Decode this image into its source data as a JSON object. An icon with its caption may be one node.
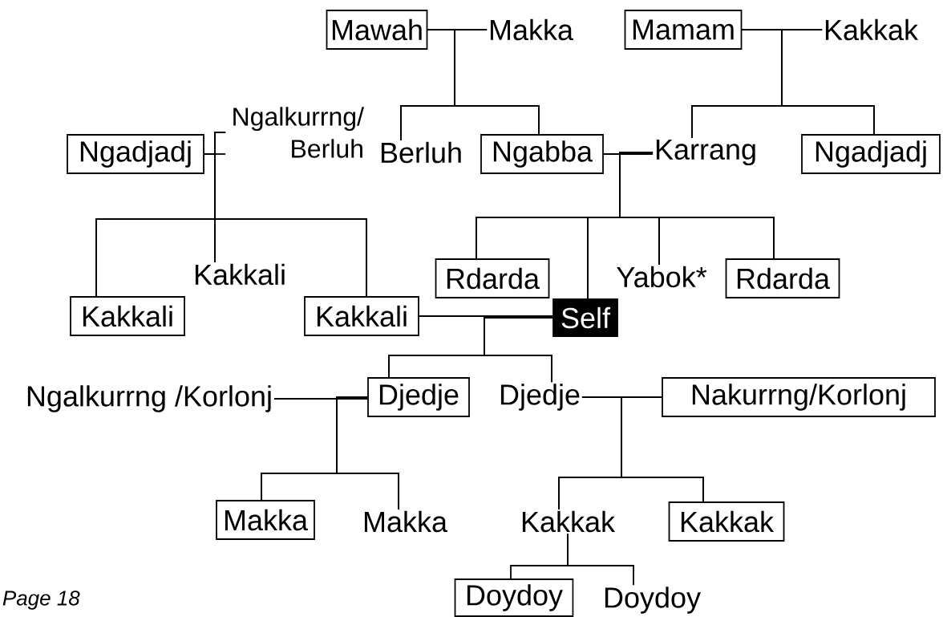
{
  "diagram": {
    "nodes": [
      {
        "text": [
          "Mawah"
        ]
      },
      {
        "text": [
          "Makka"
        ]
      },
      {
        "text": [
          "Mamam"
        ]
      },
      {
        "text": [
          "Kakkak"
        ]
      },
      {
        "text": [
          "Ngadjadj"
        ]
      },
      {
        "text": [
          "Ngalkurrng/ Berluh"
        ]
      },
      {
        "text": [
          "Berluh"
        ]
      },
      {
        "text": [
          "Ngabba"
        ]
      },
      {
        "text": [
          "Karrang"
        ]
      },
      {
        "text": [
          "Ngadjadj"
        ]
      },
      {
        "text": [
          "Kakkali"
        ]
      },
      {
        "text": [
          "Kakkali"
        ]
      },
      {
        "text": [
          "Kakkali"
        ]
      },
      {
        "text": [
          "Rdarda"
        ]
      },
      {
        "text": [
          "Self"
        ]
      },
      {
        "text": [
          "Yabok*"
        ]
      },
      {
        "text": [
          "Rdarda"
        ]
      },
      {
        "text": [
          "Ngalkurrng /Korlonj"
        ]
      },
      {
        "text": [
          "Djedje"
        ]
      },
      {
        "text": [
          "Djedje"
        ]
      },
      {
        "text": [
          "Nakurrng/Korlonj"
        ]
      },
      {
        "text": [
          "Makka"
        ]
      },
      {
        "text": [
          "Makka"
        ]
      },
      {
        "text": [
          "Kakkak"
        ]
      },
      {
        "text": [
          "Kakkak"
        ]
      },
      {
        "text": [
          "Doydoy"
        ]
      },
      {
        "text": [
          "Doydoy"
        ]
      }
    ],
    "edges": [
      {
        "from": 0,
        "to": 1,
        "arrow": "none"
      },
      {
        "from": 0,
        "to": 6,
        "arrow": "none"
      },
      {
        "from": 1,
        "to": 6,
        "arrow": "none"
      },
      {
        "from": 0,
        "to": 7,
        "arrow": "none"
      },
      {
        "from": 1,
        "to": 7,
        "arrow": "none"
      },
      {
        "from": 2,
        "to": 3,
        "arrow": "none"
      },
      {
        "from": 2,
        "to": 8,
        "arrow": "none"
      },
      {
        "from": 3,
        "to": 8,
        "arrow": "none"
      },
      {
        "from": 2,
        "to": 9,
        "arrow": "none"
      },
      {
        "from": 3,
        "to": 9,
        "arrow": "none"
      },
      {
        "from": 4,
        "to": 5,
        "arrow": "none"
      },
      {
        "from": 4,
        "to": 10,
        "arrow": "none"
      },
      {
        "from": 5,
        "to": 10,
        "arrow": "none"
      },
      {
        "from": 4,
        "to": 11,
        "arrow": "none"
      },
      {
        "from": 5,
        "to": 11,
        "arrow": "none"
      },
      {
        "from": 4,
        "to": 12,
        "arrow": "none"
      },
      {
        "from": 5,
        "to": 12,
        "arrow": "none"
      },
      {
        "from": 7,
        "to": 8,
        "arrow": "none"
      },
      {
        "from": 7,
        "to": 13,
        "arrow": "none"
      },
      {
        "from": 8,
        "to": 13,
        "arrow": "none"
      },
      {
        "from": 7,
        "to": 14,
        "arrow": "none"
      },
      {
        "from": 8,
        "to": 14,
        "arrow": "none"
      },
      {
        "from": 7,
        "to": 15,
        "arrow": "none"
      },
      {
        "from": 8,
        "to": 15,
        "arrow": "none"
      },
      {
        "from": 7,
        "to": 16,
        "arrow": "none"
      },
      {
        "from": 8,
        "to": 16,
        "arrow": "none"
      },
      {
        "from": 12,
        "to": 14,
        "arrow": "none"
      },
      {
        "from": 12,
        "to": 18,
        "arrow": "none"
      },
      {
        "from": 14,
        "to": 18,
        "arrow": "none"
      },
      {
        "from": 12,
        "to": 19,
        "arrow": "none"
      },
      {
        "from": 14,
        "to": 19,
        "arrow": "none"
      },
      {
        "from": 17,
        "to": 18,
        "arrow": "none"
      },
      {
        "from": 17,
        "to": 21,
        "arrow": "none"
      },
      {
        "from": 18,
        "to": 21,
        "arrow": "none"
      },
      {
        "from": 17,
        "to": 22,
        "arrow": "none"
      },
      {
        "from": 18,
        "to": 22,
        "arrow": "none"
      },
      {
        "from": 19,
        "to": 20,
        "arrow": "none"
      },
      {
        "from": 19,
        "to": 23,
        "arrow": "none"
      },
      {
        "from": 20,
        "to": 23,
        "arrow": "none"
      },
      {
        "from": 19,
        "to": 24,
        "arrow": "none"
      },
      {
        "from": 20,
        "to": 24,
        "arrow": "none"
      },
      {
        "from": 23,
        "to": 25,
        "arrow": "none"
      },
      {
        "from": 23,
        "to": 26,
        "arrow": "none"
      }
    ],
    "labels": [
      "Page 18"
    ]
  }
}
